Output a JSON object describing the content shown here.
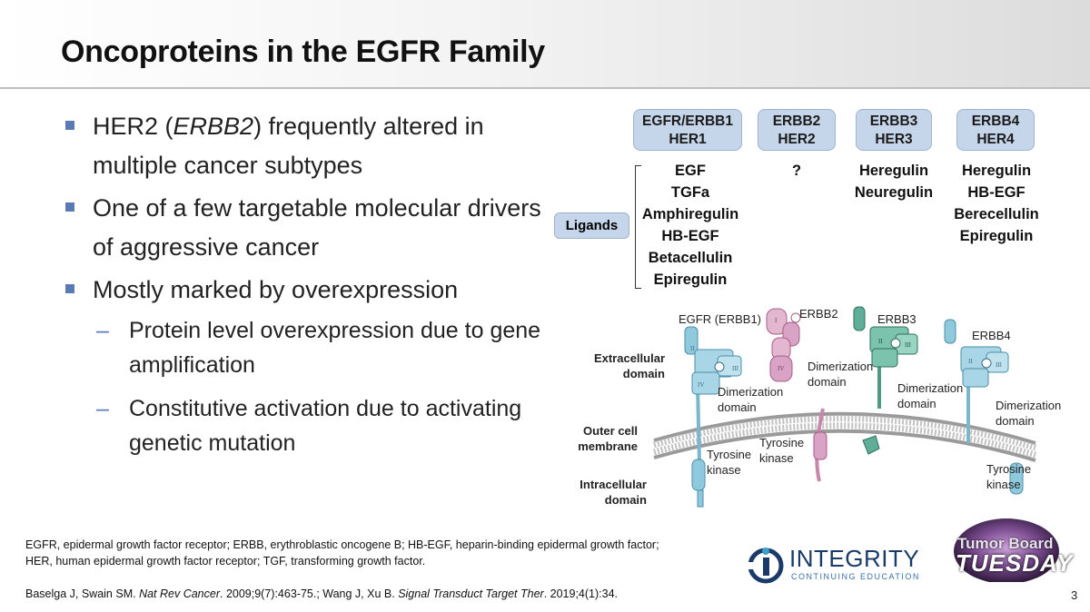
{
  "title": "Oncoproteins in the EGFR Family",
  "bullets": [
    {
      "pre": "HER2 (",
      "em": "ERBB2",
      "post": ") frequently altered in multiple cancer subtypes"
    },
    {
      "text": "One of a few targetable molecular drivers of aggressive cancer"
    },
    {
      "text": "Mostly marked by overexpression"
    }
  ],
  "sub_bullets": [
    "Protein level overexpression due to gene amplification",
    "Constitutive activation due to activating genetic mutation"
  ],
  "sub_dash": "–",
  "receptor_headers": [
    {
      "line1": "EGFR/ERBB1",
      "line2": "HER1"
    },
    {
      "line1": "ERBB2",
      "line2": "HER2"
    },
    {
      "line1": "ERBB3",
      "line2": "HER3"
    },
    {
      "line1": "ERBB4",
      "line2": "HER4"
    }
  ],
  "ligands_label": "Ligands",
  "ligands": [
    [
      "EGF",
      "TGFa",
      "Amphiregulin",
      "HB-EGF",
      "Betacellulin",
      "Epiregulin"
    ],
    [
      "?"
    ],
    [
      "Heregulin",
      "Neuregulin"
    ],
    [
      "Heregulin",
      "HB-EGF",
      "Berecellulin",
      "Epiregulin"
    ]
  ],
  "diagram": {
    "receptor_names": [
      "EGFR (ERBB1)",
      "ERBB2",
      "ERBB3",
      "ERBB4"
    ],
    "extracellular": "Extracellular domain",
    "outer_membrane": "Outer cell membrane",
    "intracellular": "Intracellular domain",
    "dimerization": "Dimerization domain",
    "tyrosine": "Tyrosine kinase",
    "domain_numerals": [
      "I",
      "II",
      "III",
      "IV"
    ]
  },
  "colors": {
    "egfr": "#8fc9de",
    "erbb2": "#d8a3c4",
    "erbb3": "#5fae98",
    "erbb4": "#8fc9de",
    "accent": "#5b79b3",
    "header_box": "#c5d5ea"
  },
  "footnote": [
    "EGFR, epidermal growth factor receptor; ERBB, erythroblastic oncogene B; HB-EGF, heparin-binding epidermal growth factor;",
    "HER, human epidermal growth factor receptor; TGF, transforming growth factor."
  ],
  "reference": {
    "a1": "Baselga J, Swain SM. ",
    "j1": "Nat Rev Cancer",
    "a2": ". 2009;9(7):463-75.; Wang J, Xu B. ",
    "j2": "Signal Transduct Target Ther",
    "a3": ". 2019;4(1):34."
  },
  "logo": {
    "name": "INTEGRITY",
    "sub": "CONTINUING EDUCATION"
  },
  "badge": {
    "line1": "Tumor Board",
    "line2": "TUESDAY"
  },
  "page_number": "3"
}
